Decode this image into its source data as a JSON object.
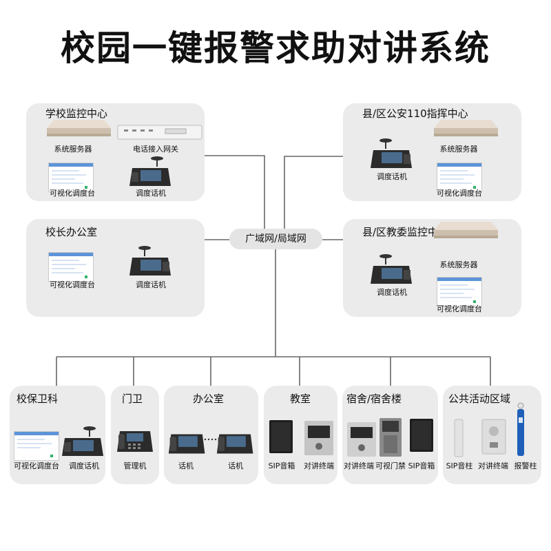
{
  "title": "校园一键报警求助对讲系统",
  "hub": "广域网/局域网",
  "top_panels": {
    "school_center": {
      "title": "学校监控中心",
      "server": "系统服务器",
      "gateway": "电话接入网关",
      "console": "可视化调度台",
      "phone": "调度话机"
    },
    "principal": {
      "title": "校长办公室",
      "console": "可视化调度台",
      "phone": "调度话机"
    },
    "police": {
      "title": "县/区公安110指挥中心",
      "phone": "调度话机",
      "server": "系统服务器",
      "console": "可视化调度台"
    },
    "education": {
      "title": "县/区教委监控中心",
      "phone": "调度话机",
      "server": "系统服务器",
      "console": "可视化调度台"
    }
  },
  "bottom_panels": {
    "security": {
      "title": "校保卫科",
      "console": "可视化调度台",
      "phone": "调度话机"
    },
    "gate": {
      "title": "门卫",
      "device": "管理机"
    },
    "office": {
      "title": "办公室",
      "phone_a": "话机",
      "phone_b": "话机"
    },
    "classroom": {
      "title": "教室",
      "speaker": "SIP音箱",
      "intercom": "对讲终端"
    },
    "dorm": {
      "title": "宿舍/宿舍楼",
      "intercom": "对讲终端",
      "door": "可视门禁",
      "speaker": "SIP音箱"
    },
    "public": {
      "title": "公共活动区域",
      "column": "SIP音柱",
      "intercom": "对讲终端",
      "pillar": "报警柱"
    }
  },
  "colors": {
    "panel_bg": "#ebebeb",
    "line": "#666666",
    "screen_accent": "#5d94d8",
    "pillar_blue": "#1f5fb8"
  }
}
